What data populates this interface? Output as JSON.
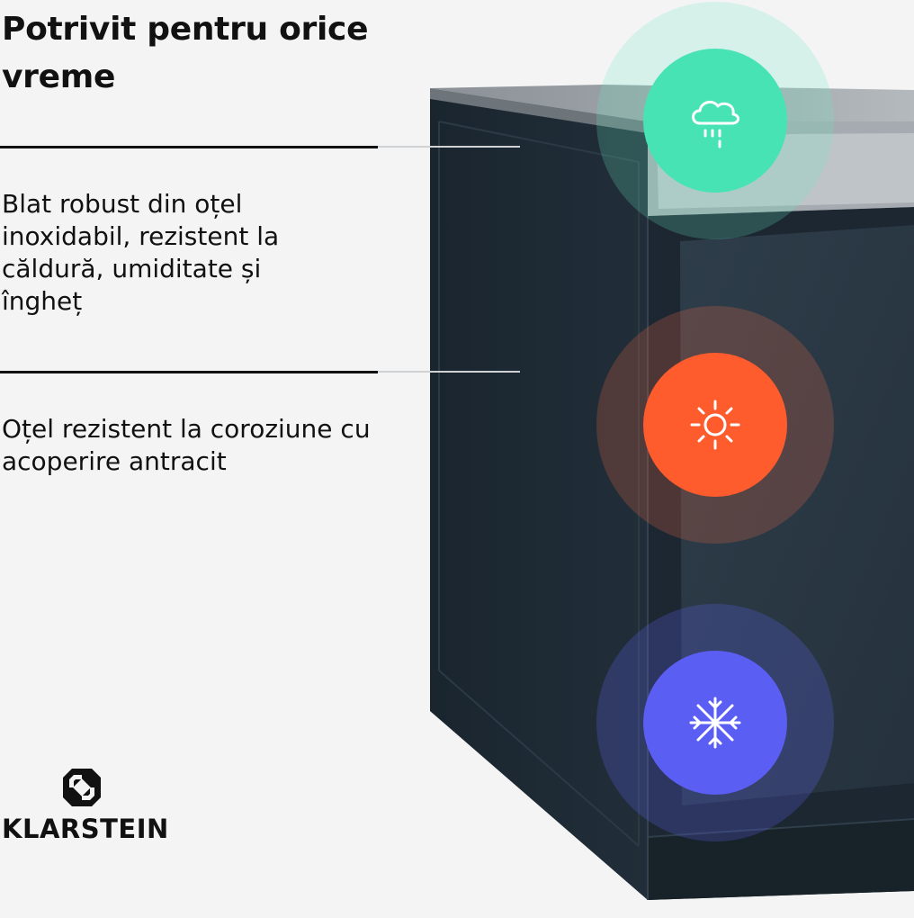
{
  "heading": "Potrivit pentru orice vreme",
  "features": [
    {
      "text": "Blat robust din oțel inoxidabil, rezistent la căldură, umiditate și îngheț"
    },
    {
      "text": "Oțel rezistent la coroziune cu acoperire antracit"
    }
  ],
  "brand": {
    "name": "KLARSTEIN"
  },
  "badges": [
    {
      "icon": "rain-cloud-icon",
      "color": "#47e3b5",
      "halo": "rgba(110,230,195,0.22)"
    },
    {
      "icon": "sun-icon",
      "color": "#ff5c2e",
      "halo": "rgba(255,110,70,0.22)"
    },
    {
      "icon": "snowflake-icon",
      "color": "#5b5ef2",
      "halo": "rgba(95,100,240,0.25)"
    }
  ],
  "colors": {
    "text": "#111111",
    "background": "#f4f4f4",
    "cabinet": "#1f2b35"
  }
}
